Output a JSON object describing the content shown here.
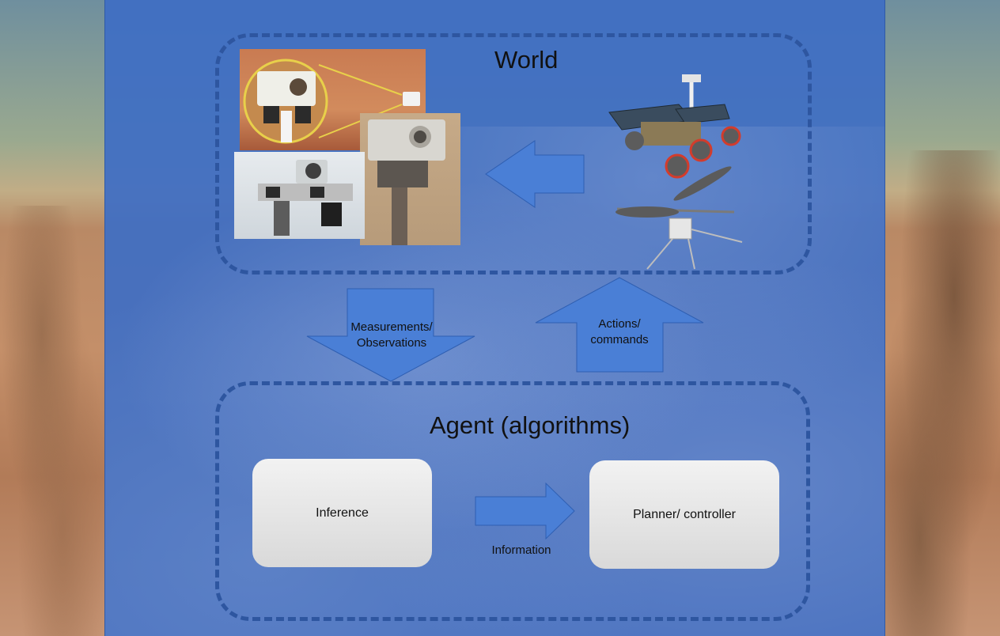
{
  "world": {
    "title": "World"
  },
  "agent": {
    "title": "Agent (algorithms)",
    "nodes": {
      "inference": "Inference",
      "planner": "Planner/ controller"
    }
  },
  "edges": {
    "measurements": [
      "Measurements/",
      "Observations"
    ],
    "actions": [
      "Actions/",
      "commands"
    ],
    "information": "Information"
  },
  "colors": {
    "panel": "#3e6ec4",
    "arrow": "#4a7fd6",
    "dashed": "#2e56a0"
  },
  "images": [
    "camera-closeup-photo",
    "rover-mast-photo",
    "camera-head-photo",
    "rover-illustration",
    "helicopter-illustration"
  ]
}
